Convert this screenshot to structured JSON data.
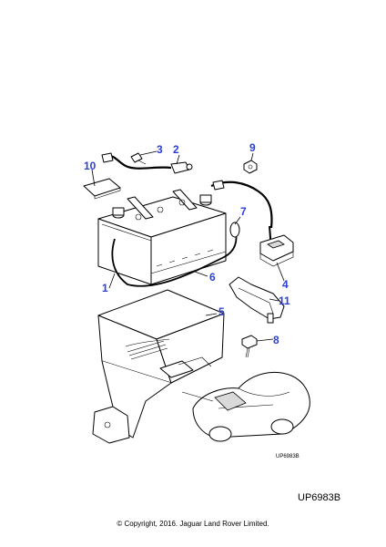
{
  "diagram": {
    "callouts": [
      "1",
      "2",
      "3",
      "4",
      "5",
      "6",
      "7",
      "8",
      "9",
      "10",
      "11"
    ],
    "inset_code": "UP6983B"
  },
  "footer": {
    "ref_code": "UP6983B",
    "copyright": "© Copyright, 2016. Jaguar Land Rover Limited."
  },
  "colors": {
    "callout": "#2a3fd6",
    "line": "#000000",
    "background": "#ffffff"
  }
}
